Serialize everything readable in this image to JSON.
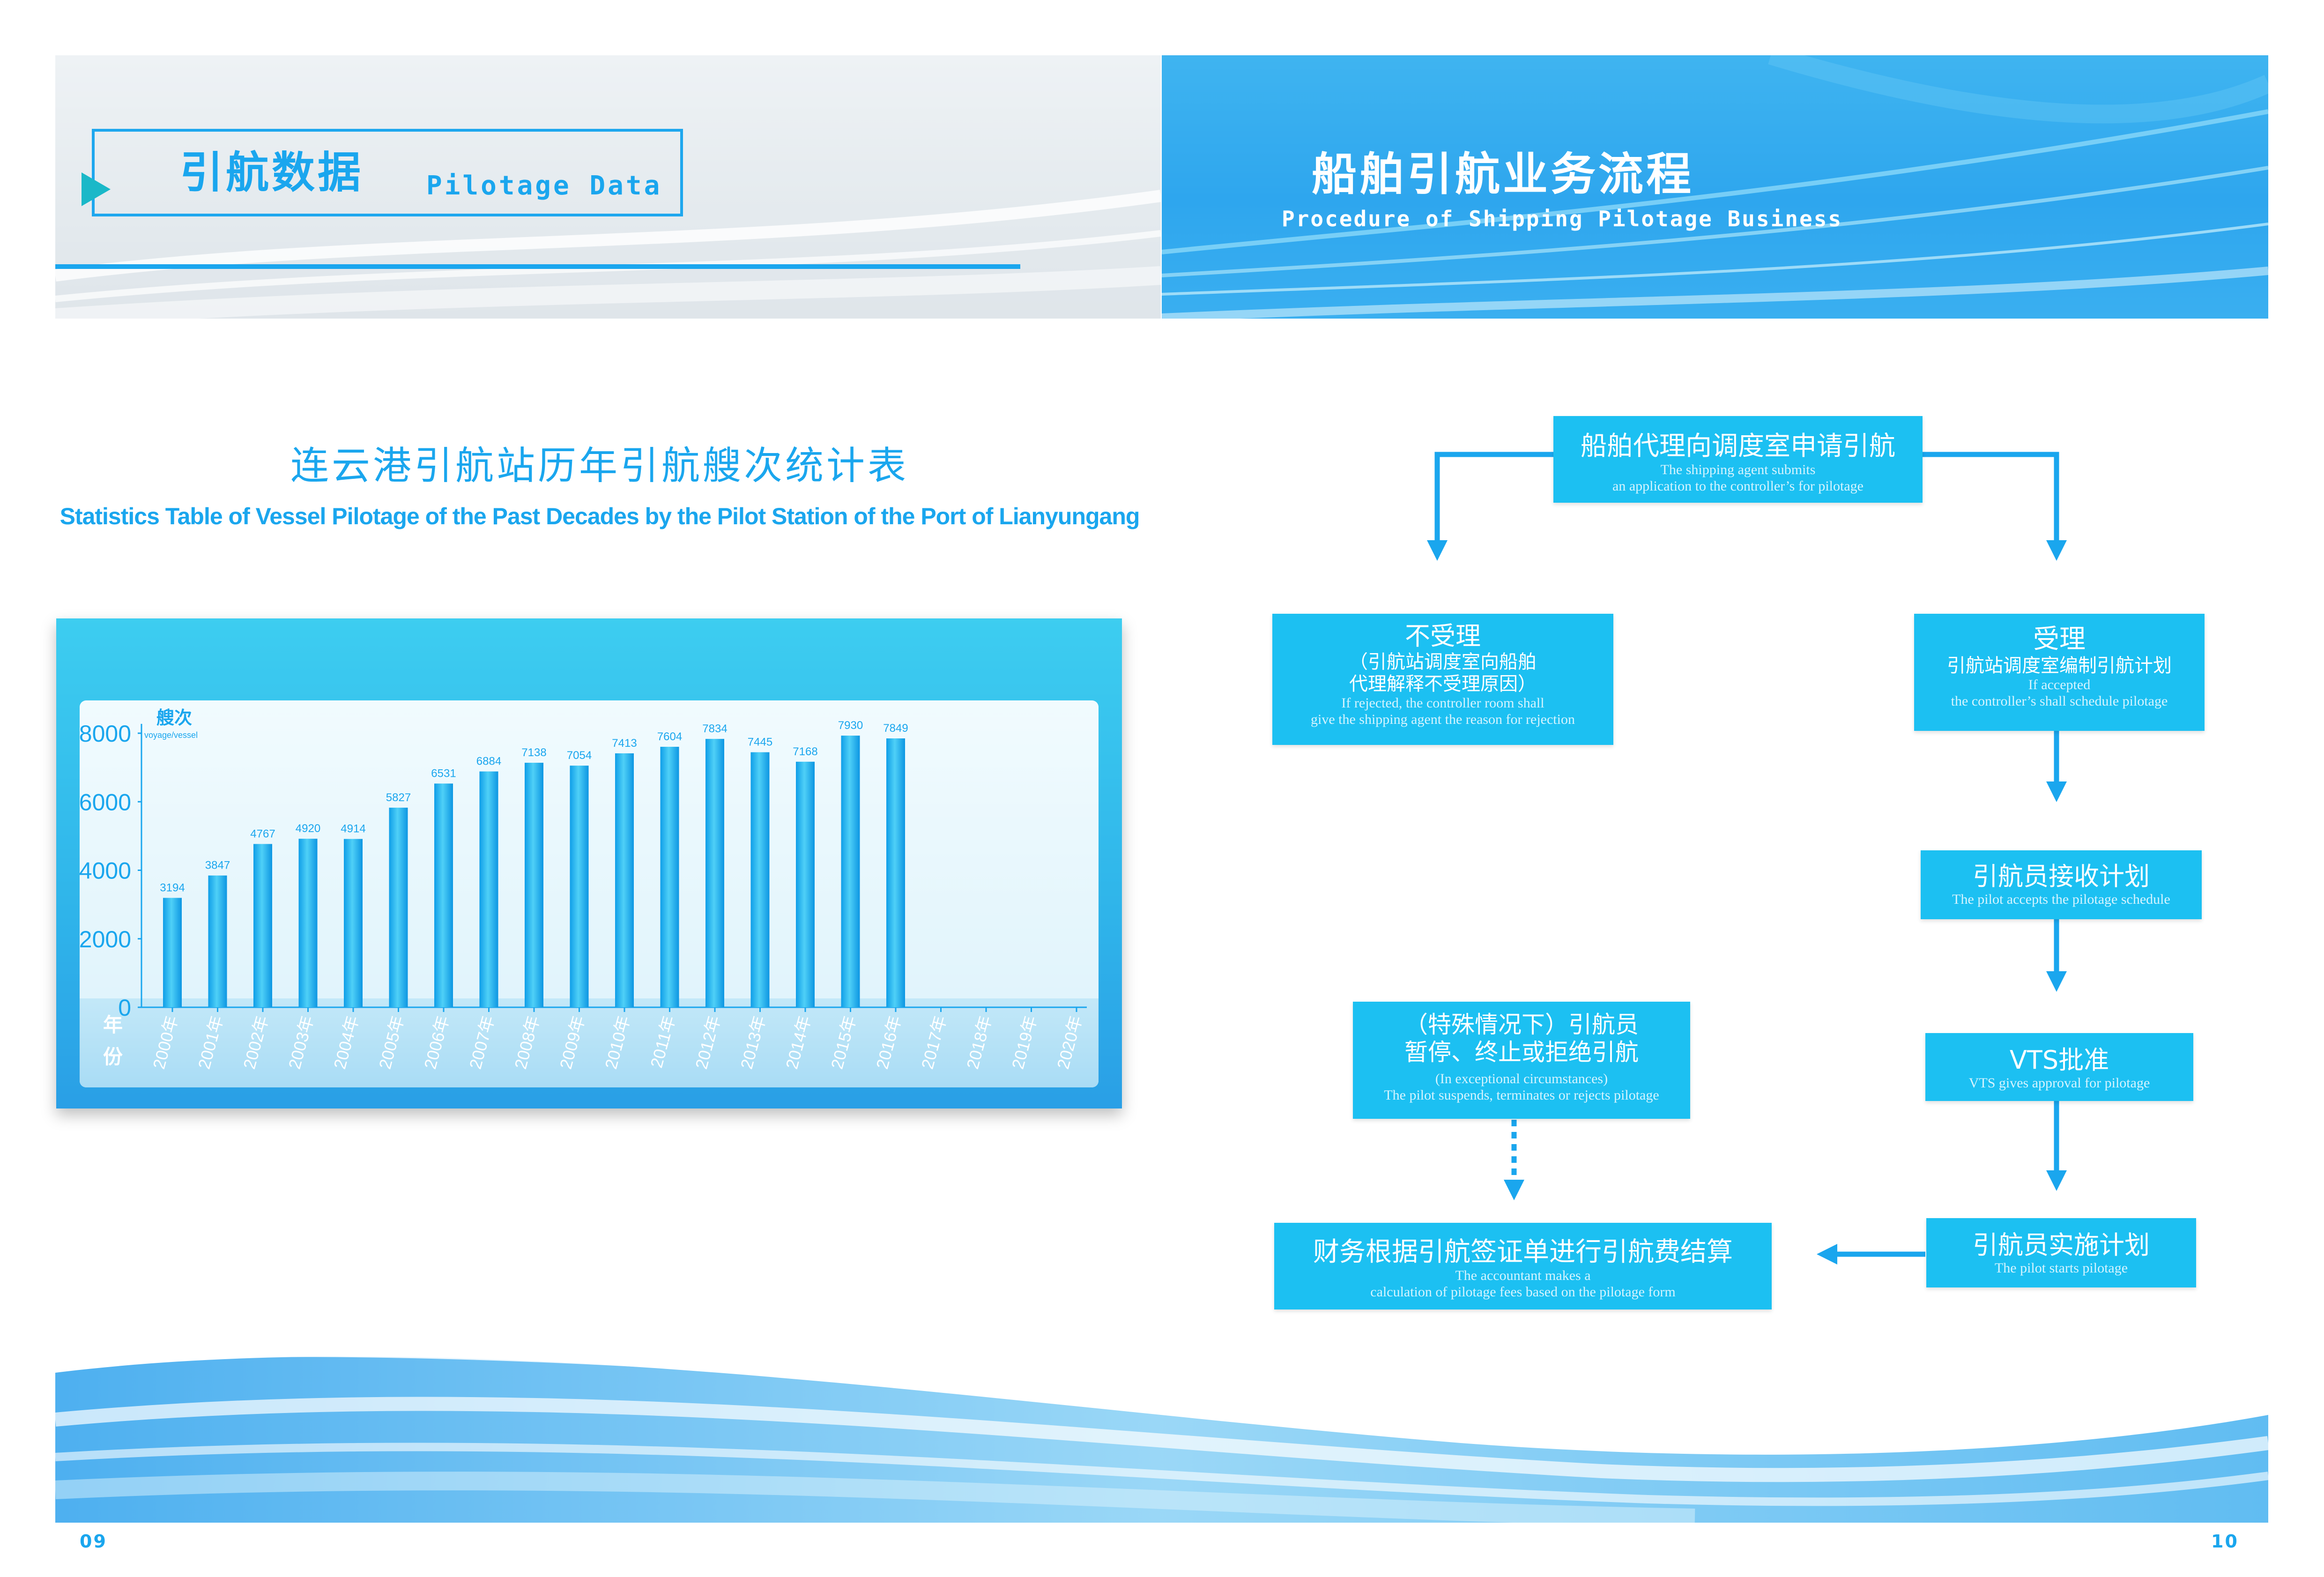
{
  "header": {
    "left_title_cn": "引航数据",
    "left_title_en": "Pilotage Data",
    "right_title_cn": "船舶引航业务流程",
    "right_title_en": "Procedure of Shipping Pilotage Business"
  },
  "chart_title": {
    "cn": "连云港引航站历年引航艘次统计表",
    "en": "Statistics Table of Vessel Pilotage of the Past Decades by the Pilot Station of the Port of Lianyungang"
  },
  "chart_data": {
    "type": "bar",
    "ylabel": "艘次",
    "ylabel_en": "voyage/vessel",
    "xlabel_line1": "年",
    "xlabel_line2": "份",
    "ylim": [
      0,
      8000
    ],
    "yticks": [
      "0",
      "2000",
      "4000",
      "6000",
      "8000"
    ],
    "categories": [
      "2000年",
      "2001年",
      "2002年",
      "2003年",
      "2004年",
      "2005年",
      "2006年",
      "2007年",
      "2008年",
      "2009年",
      "2010年",
      "2011年",
      "2012年",
      "2013年",
      "2014年",
      "2015年",
      "2016年",
      "2017年",
      "2018年",
      "2019年",
      "2020年"
    ],
    "values": [
      3194,
      3847,
      4767,
      4920,
      4914,
      5827,
      6531,
      6884,
      7138,
      7054,
      7413,
      7604,
      7834,
      7445,
      7168,
      7930,
      7849,
      null,
      null,
      null,
      null
    ],
    "value_labels": [
      "3194",
      "3847",
      "4767",
      "4920",
      "4914",
      "5827",
      "6531",
      "6884",
      "7138",
      "7054",
      "7413",
      "7604",
      "7834",
      "7445",
      "7168",
      "7930",
      "7849"
    ],
    "colors": {
      "bar": "#1ab0f0",
      "axis": "#1aa6ee",
      "text": "#ffffff"
    }
  },
  "flow": {
    "apply": {
      "cn": "船舶代理向调度室申请引航",
      "en1": "The shipping agent submits",
      "en2": "an application to the controller’s for pilotage"
    },
    "reject": {
      "cn1": "不受理",
      "cn2": "（引航站调度室向船舶",
      "cn3": "代理解释不受理原因）",
      "en1": "If rejected, the controller room shall",
      "en2": "give the shipping agent the reason for rejection"
    },
    "accept": {
      "cn1": "受理",
      "cn2": "引航站调度室编制引航计划",
      "en1": "If accepted",
      "en2": "the controller’s shall schedule pilotage"
    },
    "receive": {
      "cn": "引航员接收计划",
      "en": "The pilot accepts the pilotage schedule"
    },
    "vts": {
      "cn": "VTS批准",
      "en": "VTS gives approval for pilotage"
    },
    "exception": {
      "cn1": "（特殊情况下）引航员",
      "cn2": "暂停、终止或拒绝引航",
      "en1": "(In exceptional circumstances)",
      "en2": "The pilot suspends, terminates or rejects pilotage"
    },
    "implement": {
      "cn": "引航员实施计划",
      "en": "The pilot starts pilotage"
    },
    "finance": {
      "cn": "财务根据引航签证单进行引航费结算",
      "en1": "The accountant makes a",
      "en2": "calculation of pilotage fees based on the pilotage form"
    }
  },
  "page_numbers": {
    "left": "09",
    "right": "10"
  },
  "colors": {
    "accent": "#1aa6ee",
    "box": "#1cc0f2",
    "header_blue": "#2ea6ee"
  }
}
